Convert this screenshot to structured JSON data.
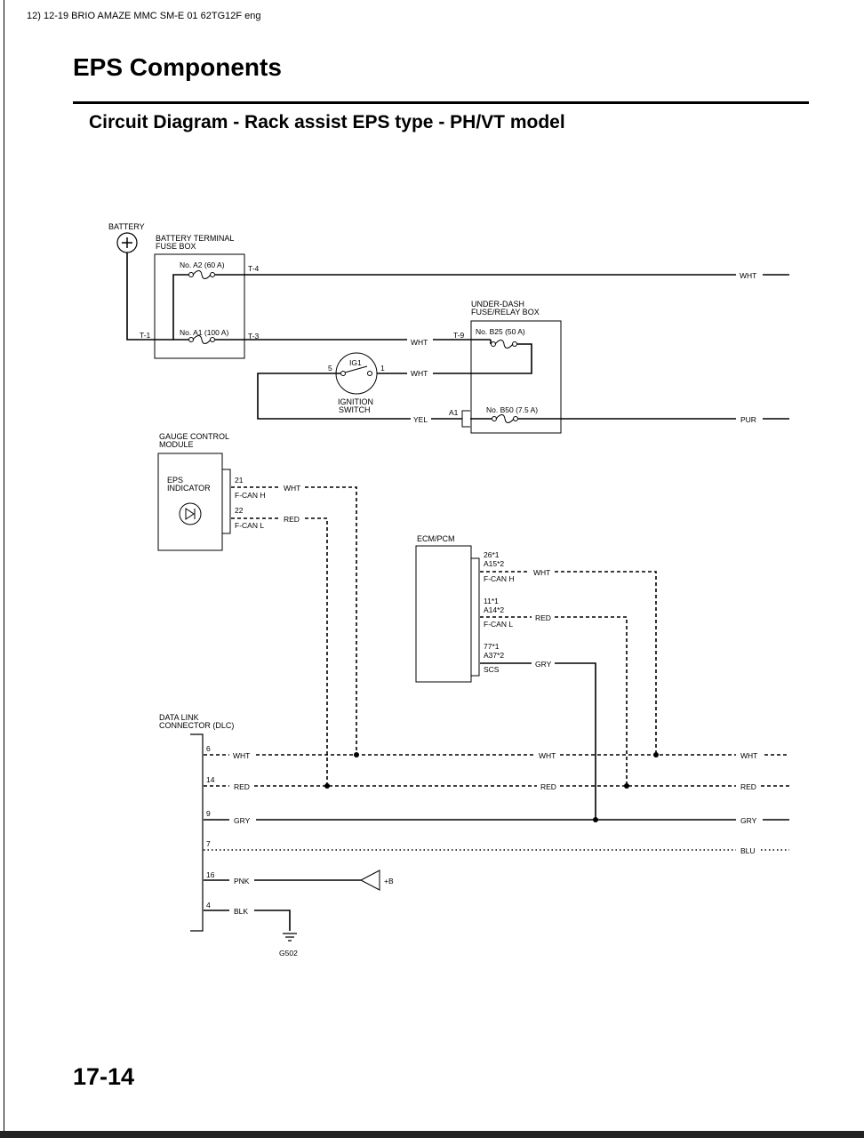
{
  "header": {
    "doc_ref": "12) 12-19 BRIO AMAZE MMC SM-E 01 62TG12F eng"
  },
  "page": {
    "title": "EPS Components",
    "subtitle": "Circuit Diagram - Rack assist EPS type - PH/VT model",
    "page_number": "17-14"
  },
  "diagram": {
    "battery": {
      "label": "BATTERY",
      "terminal": "T-1"
    },
    "battery_fuse_box": {
      "label_line1": "BATTERY TERMINAL",
      "label_line2": "FUSE BOX",
      "fuse_a2": "No. A2 (60 A)",
      "fuse_a1": "No. A1 (100 A)",
      "term_t4": "T-4",
      "term_t3": "T-3"
    },
    "under_dash_box": {
      "label_line1": "UNDER-DASH",
      "label_line2": "FUSE/RELAY BOX",
      "fuse_b25": "No. B25 (50 A)",
      "fuse_b50": "No. B50 (7.5 A)",
      "term_t9": "T-9",
      "term_a1": "A1"
    },
    "ignition_switch": {
      "label_line1": "IGNITION",
      "label_line2": "SWITCH",
      "ig1": "IG1",
      "pin5": "5",
      "pin1": "1"
    },
    "gauge_module": {
      "label_line1": "GAUGE CONTROL",
      "label_line2": "MODULE",
      "eps_line1": "EPS",
      "eps_line2": "INDICATOR",
      "pin21": "21",
      "pin21_signal": "F-CAN H",
      "pin22": "22",
      "pin22_signal": "F-CAN L"
    },
    "ecm": {
      "label": "ECM/PCM",
      "pin_can_h_1": "26*1",
      "pin_can_h_2": "A15*2",
      "can_h_signal": "F-CAN H",
      "pin_can_l_1": "11*1",
      "pin_can_l_2": "A14*2",
      "can_l_signal": "F-CAN L",
      "pin_scs_1": "77*1",
      "pin_scs_2": "A37*2",
      "scs_signal": "SCS"
    },
    "dlc": {
      "label_line1": "DATA LINK",
      "label_line2": "CONNECTOR (DLC)",
      "pins": [
        "6",
        "14",
        "9",
        "7",
        "16",
        "4"
      ],
      "plus_b": "+B",
      "ground": "G502"
    },
    "wire_colors": {
      "wht": "WHT",
      "red": "RED",
      "gry": "GRY",
      "blu": "BLU",
      "pnk": "PNK",
      "blk": "BLK",
      "yel": "YEL",
      "pur": "PUR"
    }
  }
}
